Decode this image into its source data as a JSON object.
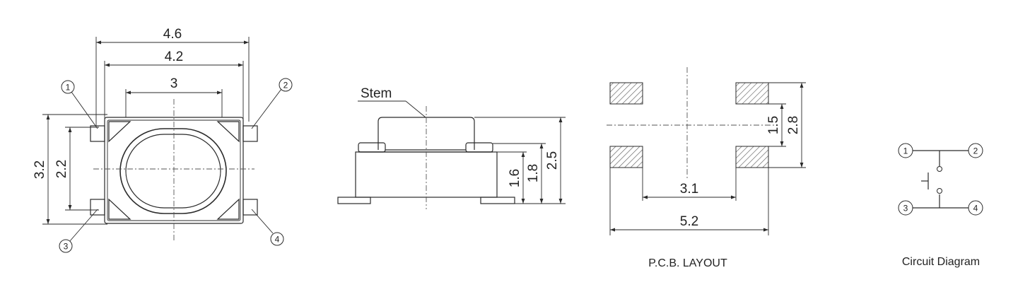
{
  "top_view": {
    "dim_overall_width": "4.6",
    "dim_body_width": "4.2",
    "dim_button_width": "3",
    "dim_overall_height": "3.2",
    "dim_inner_height": "2.2",
    "pins": [
      "1",
      "2",
      "3",
      "4"
    ]
  },
  "side_view": {
    "stem_label": "Stem",
    "dim_body_height": "1.6",
    "dim_cap_height": "1.8",
    "dim_total_height": "2.5"
  },
  "pcb_layout": {
    "dim_inner_pitch": "1.5",
    "dim_outer_height": "2.8",
    "dim_inner_span": "3.1",
    "dim_outer_span": "5.2",
    "caption": "P.C.B. LAYOUT"
  },
  "circuit": {
    "pins": [
      "1",
      "2",
      "3",
      "4"
    ],
    "caption": "Circuit Diagram"
  },
  "colors": {
    "line": "#2a2a2a",
    "background": "#ffffff"
  }
}
